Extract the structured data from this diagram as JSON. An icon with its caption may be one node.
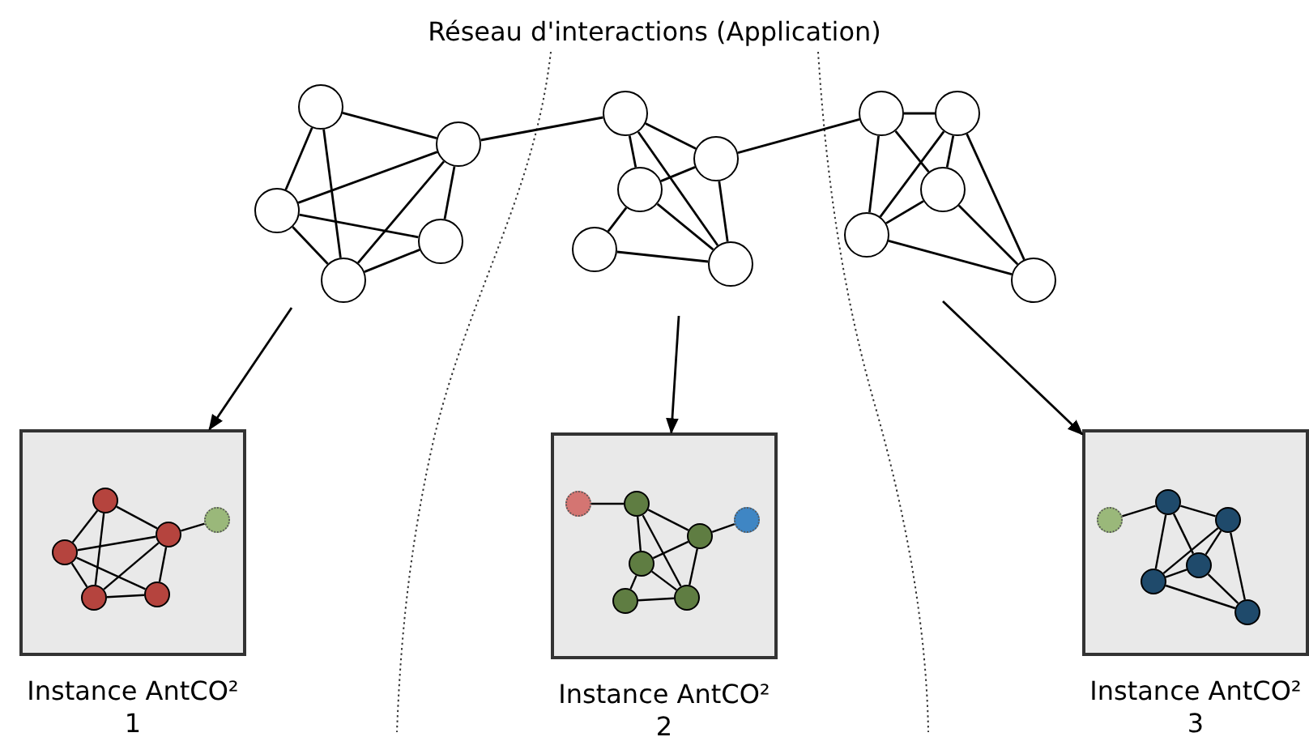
{
  "diagram": {
    "title": "Réseau d'interactions (Application)",
    "nodes": [
      {
        "text": [],
        "shape": "circle"
      },
      {
        "text": [],
        "shape": "circle"
      },
      {
        "text": [],
        "shape": "circle"
      },
      {
        "text": [],
        "shape": "circle"
      },
      {
        "text": [],
        "shape": "circle"
      },
      {
        "text": [],
        "shape": "circle"
      },
      {
        "text": [],
        "shape": "circle"
      },
      {
        "text": [],
        "shape": "circle"
      },
      {
        "text": [],
        "shape": "circle"
      },
      {
        "text": [],
        "shape": "circle"
      },
      {
        "text": [],
        "shape": "circle"
      },
      {
        "text": [],
        "shape": "circle"
      },
      {
        "text": [],
        "shape": "circle"
      },
      {
        "text": [],
        "shape": "circle"
      },
      {
        "text": [],
        "shape": "circle"
      },
      {
        "text": [
          "Instance AntCO² 1"
        ]
      },
      {
        "text": [],
        "shape": "circle",
        "in": 15
      },
      {
        "text": [],
        "shape": "circle",
        "in": 15
      },
      {
        "text": [],
        "shape": "circle",
        "in": 15
      },
      {
        "text": [],
        "shape": "circle",
        "in": 15
      },
      {
        "text": [],
        "shape": "circle",
        "in": 15
      },
      {
        "text": [],
        "shape": "circle",
        "in": 15
      },
      {
        "text": [
          "Instance AntCO² 2"
        ]
      },
      {
        "text": [],
        "shape": "circle",
        "in": 22
      },
      {
        "text": [],
        "shape": "circle",
        "in": 22
      },
      {
        "text": [],
        "shape": "circle",
        "in": 22
      },
      {
        "text": [],
        "shape": "circle",
        "in": 22
      },
      {
        "text": [],
        "shape": "circle",
        "in": 22
      },
      {
        "text": [],
        "shape": "circle",
        "in": 22
      },
      {
        "text": [],
        "shape": "circle",
        "in": 22
      },
      {
        "text": [
          "Instance AntCO² 3"
        ]
      },
      {
        "text": [],
        "shape": "circle",
        "in": 30
      },
      {
        "text": [],
        "shape": "circle",
        "in": 30
      },
      {
        "text": [],
        "shape": "circle",
        "in": 30
      },
      {
        "text": [],
        "shape": "circle",
        "in": 30
      },
      {
        "text": [],
        "shape": "circle",
        "in": 30
      },
      {
        "text": [],
        "shape": "circle",
        "in": 30
      }
    ],
    "edges": [
      {
        "from": 0,
        "to": 1,
        "arrow": "none"
      },
      {
        "from": 0,
        "to": 2,
        "arrow": "none"
      },
      {
        "from": 0,
        "to": 4,
        "arrow": "none"
      },
      {
        "from": 1,
        "to": 2,
        "arrow": "none"
      },
      {
        "from": 1,
        "to": 4,
        "arrow": "none"
      },
      {
        "from": 1,
        "to": 3,
        "arrow": "none"
      },
      {
        "from": 2,
        "to": 3,
        "arrow": "none"
      },
      {
        "from": 2,
        "to": 4,
        "arrow": "none"
      },
      {
        "from": 4,
        "to": 3,
        "arrow": "none"
      },
      {
        "from": 1,
        "to": 5,
        "arrow": "none"
      },
      {
        "from": 5,
        "to": 6,
        "arrow": "none"
      },
      {
        "from": 5,
        "to": 7,
        "arrow": "none"
      },
      {
        "from": 5,
        "to": 9,
        "arrow": "none"
      },
      {
        "from": 7,
        "to": 6,
        "arrow": "none"
      },
      {
        "from": 7,
        "to": 8,
        "arrow": "none"
      },
      {
        "from": 7,
        "to": 9,
        "arrow": "none"
      },
      {
        "from": 6,
        "to": 9,
        "arrow": "none"
      },
      {
        "from": 8,
        "to": 9,
        "arrow": "none"
      },
      {
        "from": 6,
        "to": 10,
        "arrow": "none"
      },
      {
        "from": 10,
        "to": 11,
        "arrow": "none"
      },
      {
        "from": 10,
        "to": 13,
        "arrow": "none"
      },
      {
        "from": 10,
        "to": 12,
        "arrow": "none"
      },
      {
        "from": 11,
        "to": 13,
        "arrow": "none"
      },
      {
        "from": 11,
        "to": 12,
        "arrow": "none"
      },
      {
        "from": 11,
        "to": 14,
        "arrow": "none"
      },
      {
        "from": 12,
        "to": 13,
        "arrow": "none"
      },
      {
        "from": 12,
        "to": 14,
        "arrow": "none"
      },
      {
        "from": 13,
        "to": 14,
        "arrow": "none"
      },
      {
        "from": null,
        "to": 15,
        "arrow": "to"
      },
      {
        "from": null,
        "to": 22,
        "arrow": "to"
      },
      {
        "from": null,
        "to": 30,
        "arrow": "to"
      },
      {
        "from": 16,
        "to": 17,
        "arrow": "none"
      },
      {
        "from": 16,
        "to": 18,
        "arrow": "none"
      },
      {
        "from": 16,
        "to": 19,
        "arrow": "none"
      },
      {
        "from": 18,
        "to": 17,
        "arrow": "none"
      },
      {
        "from": 18,
        "to": 19,
        "arrow": "none"
      },
      {
        "from": 18,
        "to": 20,
        "arrow": "none"
      },
      {
        "from": 17,
        "to": 19,
        "arrow": "none"
      },
      {
        "from": 17,
        "to": 20,
        "arrow": "none"
      },
      {
        "from": 19,
        "to": 20,
        "arrow": "none"
      },
      {
        "from": 17,
        "to": 21,
        "arrow": "none"
      },
      {
        "from": 23,
        "to": 24,
        "arrow": "none"
      },
      {
        "from": 24,
        "to": 25,
        "arrow": "none"
      },
      {
        "from": 24,
        "to": 26,
        "arrow": "none"
      },
      {
        "from": 24,
        "to": 28,
        "arrow": "none"
      },
      {
        "from": 26,
        "to": 25,
        "arrow": "none"
      },
      {
        "from": 26,
        "to": 27,
        "arrow": "none"
      },
      {
        "from": 26,
        "to": 28,
        "arrow": "none"
      },
      {
        "from": 25,
        "to": 28,
        "arrow": "none"
      },
      {
        "from": 27,
        "to": 28,
        "arrow": "none"
      },
      {
        "from": 25,
        "to": 29,
        "arrow": "none"
      },
      {
        "from": 31,
        "to": 32,
        "arrow": "none"
      },
      {
        "from": 32,
        "to": 33,
        "arrow": "none"
      },
      {
        "from": 32,
        "to": 35,
        "arrow": "none"
      },
      {
        "from": 32,
        "to": 34,
        "arrow": "none"
      },
      {
        "from": 33,
        "to": 35,
        "arrow": "none"
      },
      {
        "from": 33,
        "to": 34,
        "arrow": "none"
      },
      {
        "from": 33,
        "to": 36,
        "arrow": "none"
      },
      {
        "from": 34,
        "to": 35,
        "arrow": "none"
      },
      {
        "from": 34,
        "to": 36,
        "arrow": "none"
      },
      {
        "from": 35,
        "to": 36,
        "arrow": "none"
      }
    ]
  }
}
